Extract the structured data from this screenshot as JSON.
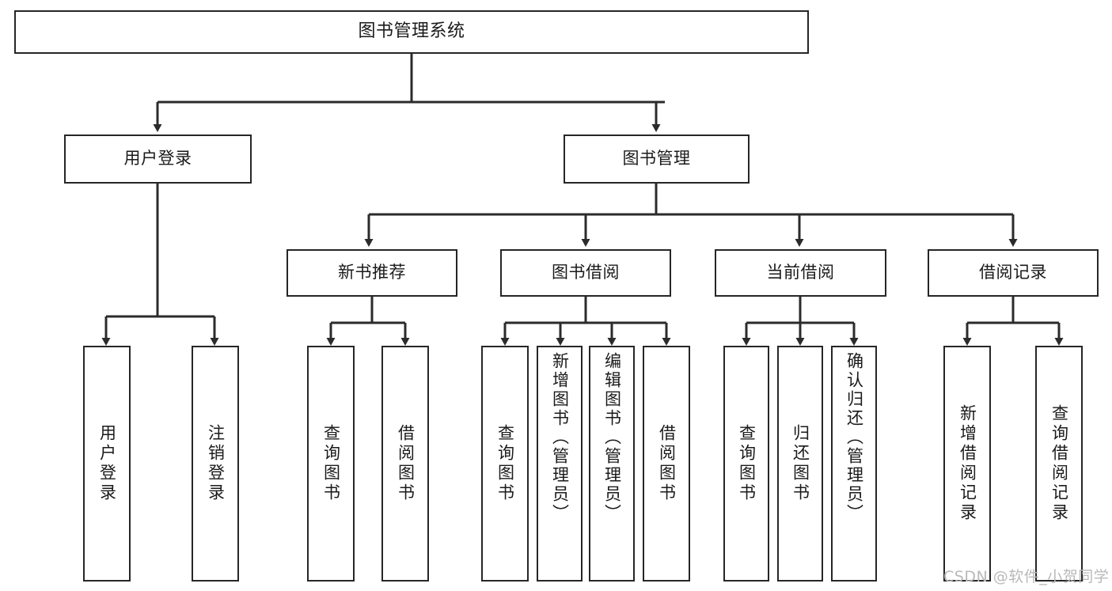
{
  "diagram": {
    "type": "tree",
    "title": "图书管理系统",
    "root": {
      "label": "图书管理系统"
    },
    "level2": [
      {
        "label": "用户登录"
      },
      {
        "label": "图书管理"
      }
    ],
    "level3": [
      {
        "label": "新书推荐"
      },
      {
        "label": "图书借阅"
      },
      {
        "label": "当前借阅"
      },
      {
        "label": "借阅记录"
      }
    ],
    "leaves_user_login": [
      {
        "label": "用户登录"
      },
      {
        "label": "注销登录"
      }
    ],
    "leaves_new_book": [
      {
        "label": "查询图书"
      },
      {
        "label": "借阅图书"
      }
    ],
    "leaves_borrow": [
      {
        "label": "查询图书"
      },
      {
        "label": "新增图书（管理员）"
      },
      {
        "label": "编辑图书（管理员）"
      },
      {
        "label": "借阅图书"
      }
    ],
    "leaves_current": [
      {
        "label": "查询图书"
      },
      {
        "label": "归还图书"
      },
      {
        "label": "确认归还（管理员）"
      }
    ],
    "leaves_records": [
      {
        "label": "新增借阅记录"
      },
      {
        "label": "查询借阅记录"
      }
    ]
  },
  "watermark": {
    "text": "CSDN @软件_小贺同学"
  },
  "colors": {
    "stroke": "#262626",
    "background": "#ffffff",
    "text": "#1a1a1a",
    "watermark": "#b9b9b9"
  }
}
